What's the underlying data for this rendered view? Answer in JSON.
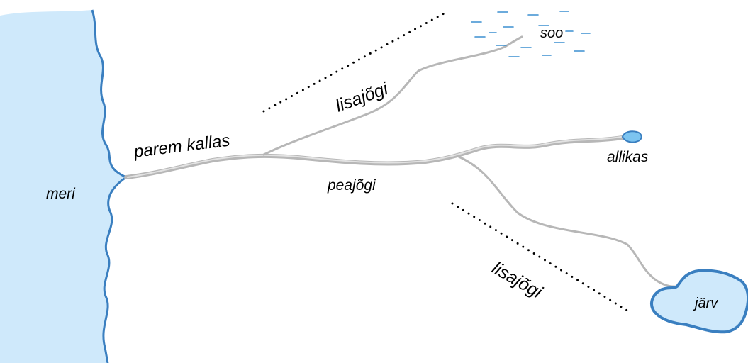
{
  "labels": {
    "sea": "meri",
    "right_bank": "parem kallas",
    "main_river": "peajõgi",
    "tributary_upper": "lisajõgi",
    "tributary_lower": "lisajõgi",
    "swamp": "soo",
    "spring": "allikas",
    "lake": "järv"
  },
  "colors": {
    "water_fill": "#cfe9fb",
    "water_edge": "#3a7fc0",
    "river": "#b7b7b7",
    "river_highlight": "#e2e2e2",
    "marsh_marks": "#3b8fd0",
    "dotted_line": "#000000"
  }
}
